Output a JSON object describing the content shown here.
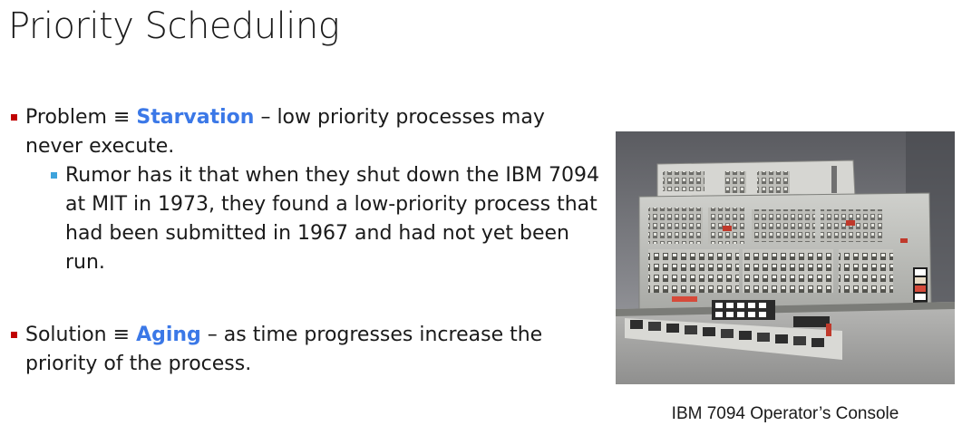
{
  "slide": {
    "title": "Priority Scheduling"
  },
  "bullets": {
    "b1": {
      "lead": "Problem ",
      "equiv": "≡",
      "term": "Starvation",
      "rest": " – low priority processes may never execute."
    },
    "b1_sub": {
      "text": "Rumor has it that when they shut down the IBM 7094 at MIT in 1973, they found a low-priority process that had been submitted in 1967 and had not yet been run."
    },
    "b2": {
      "lead": "Solution ",
      "equiv": "≡",
      "term": "Aging",
      "rest": " – as time progresses increase the priority of the process."
    }
  },
  "figure": {
    "caption": "IBM 7094 Operator’s Console"
  },
  "colors": {
    "accent_term": "#3b78e7",
    "bullet_level1": "#c00000",
    "bullet_level2": "#3ea3dc"
  }
}
